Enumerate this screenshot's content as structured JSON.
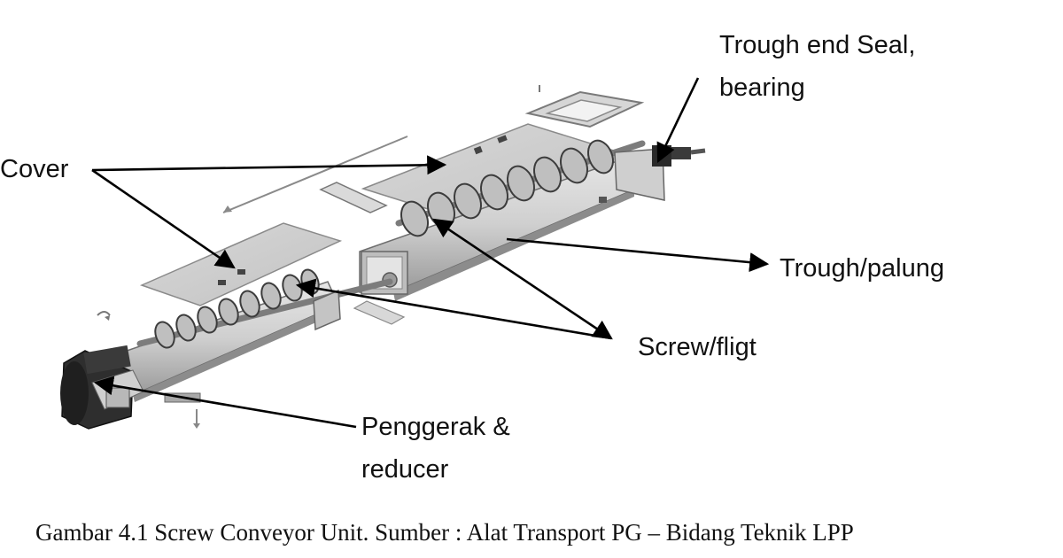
{
  "labels": {
    "trough_end": [
      "Trough end Seal,",
      "bearing"
    ],
    "cover": "Cover",
    "trough": "Trough/palung",
    "screw": "Screw/fligt",
    "penggerak": [
      "Penggerak &",
      "reducer"
    ]
  },
  "caption": "Gambar 4.1 Screw Conveyor Unit. Sumber : Alat Transport PG – Bidang Teknik LPP"
}
